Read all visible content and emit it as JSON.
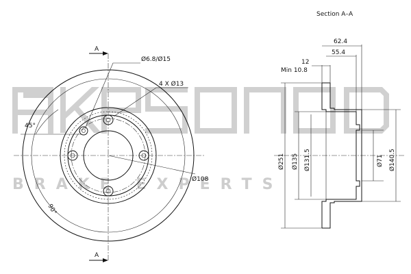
{
  "section": {
    "title": "Section A–A"
  },
  "section_marks": {
    "top": "A",
    "bottom": "A"
  },
  "front_view": {
    "hole_label": "Ø6.8/Ø15",
    "bolt_label": "4 X Ø13",
    "angle_label": "45°",
    "pcd_label": "Ø108",
    "outer_label": "90°"
  },
  "side_view": {
    "dim_total": "62.4",
    "dim_hat": "55.4",
    "dim_thick": "12",
    "dim_min": "Min 10.8",
    "dia_outer": "Ø251",
    "dia_hub": "Ø135",
    "dia_inner": "Ø131.5",
    "dia_bore": "Ø71",
    "dia_hat": "Ø140.5"
  },
  "watermark": {
    "brand": "AKEBONO",
    "slogan": "BRAKE EXPERTS"
  }
}
